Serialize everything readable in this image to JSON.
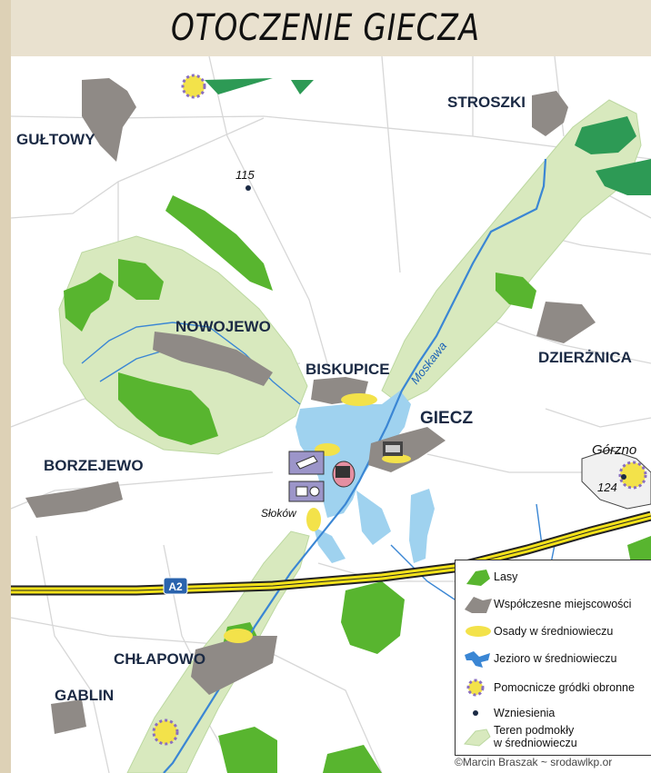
{
  "title": "OTOCZENIE GIECZA",
  "places": {
    "gieck": "GIECZ",
    "gultowy": "GUŁTOWY",
    "stroszki": "STROSZKI",
    "nowojewo": "NOWOJEWO",
    "biskupice": "BISKUPICE",
    "dzierznica": "DZIERŻNICA",
    "borzejewo": "BORZEJEWO",
    "chlapowo": "CHŁAPOWO",
    "gablin": "GABLIN",
    "gorzno": "Górzno",
    "slokow": "Słoków"
  },
  "elevations": {
    "e115": "115",
    "e124": "124"
  },
  "river": "Moskawa",
  "road": "A2",
  "legend": {
    "forests": "Lasy",
    "villages": "Współczesne miejscowości",
    "settlements": "Osady w średniowieczu",
    "lake": "Jezioro w średniowieczu",
    "strongholds": "Pomocnicze gródki obronne",
    "hills": "Wzniesienia",
    "wetland_1": "Teren podmokły",
    "wetland_2": "w średniowieczu"
  },
  "credit": "©Marcin Braszak ~ srodawlkp.or",
  "colors": {
    "forest": "#58b52f",
    "forest_dark": "#2d9a55",
    "village": "#8f8a86",
    "settlement": "#f3e24a",
    "lake": "#9fd2ef",
    "river": "#3a86d4",
    "wetland": "#d8e9be",
    "road": "#f4e21a"
  }
}
